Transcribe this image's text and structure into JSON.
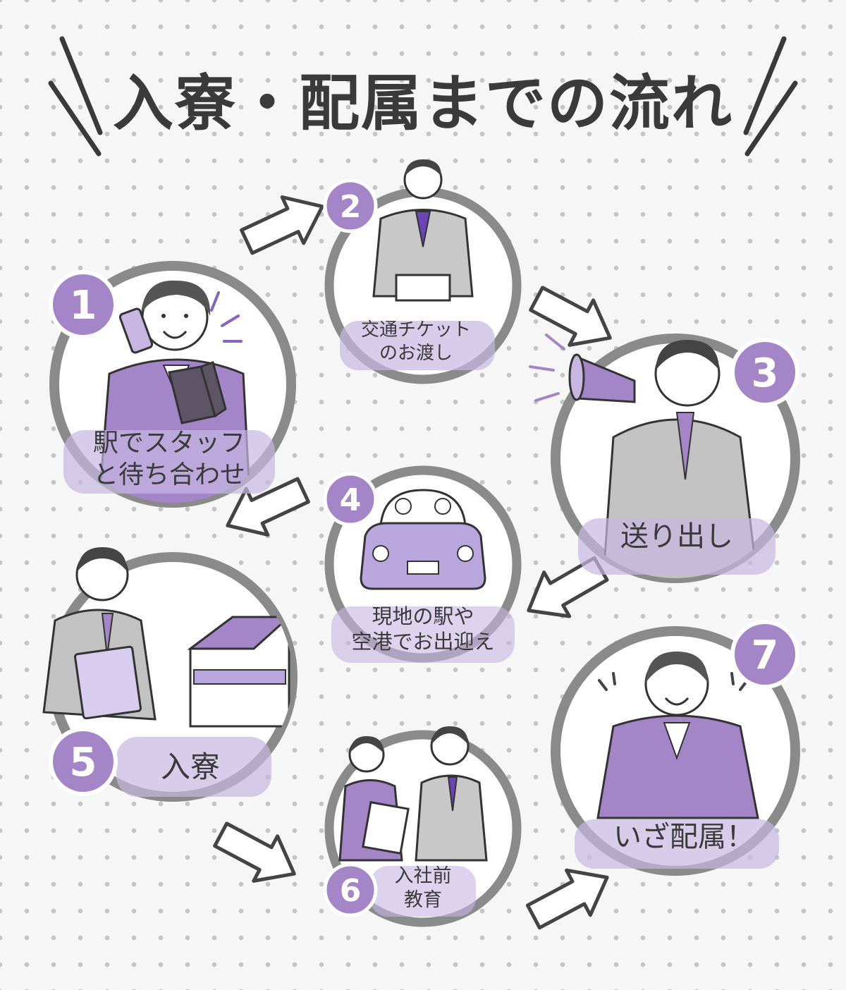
{
  "title": "入寮・配属までの流れ",
  "steps": [
    {
      "number": "1",
      "lines": [
        "駅でスタッフ",
        "と待ち合わせ"
      ]
    },
    {
      "number": "2",
      "lines": [
        "交通チケット",
        "のお渡し"
      ]
    },
    {
      "number": "3",
      "lines": [
        "送り出し"
      ]
    },
    {
      "number": "4",
      "lines": [
        "現地の駅や",
        "空港でお出迎え"
      ]
    },
    {
      "number": "5",
      "lines": [
        "入寮"
      ]
    },
    {
      "number": "6",
      "lines": [
        "入社前",
        "教育"
      ]
    },
    {
      "number": "7",
      "lines": [
        "いざ配属！"
      ]
    }
  ],
  "colors": {
    "accent": "#9b7cc0",
    "accent_light": "#c8b6e2",
    "ring": "#8a8a8a",
    "text": "#3a3a3a",
    "suit": "#b9b9b9"
  },
  "icons": [
    "phone-icon",
    "book-icon",
    "ticket-icon",
    "megaphone-icon",
    "car-icon",
    "house-icon",
    "clipboard-icon",
    "flow-arrow-icon"
  ]
}
